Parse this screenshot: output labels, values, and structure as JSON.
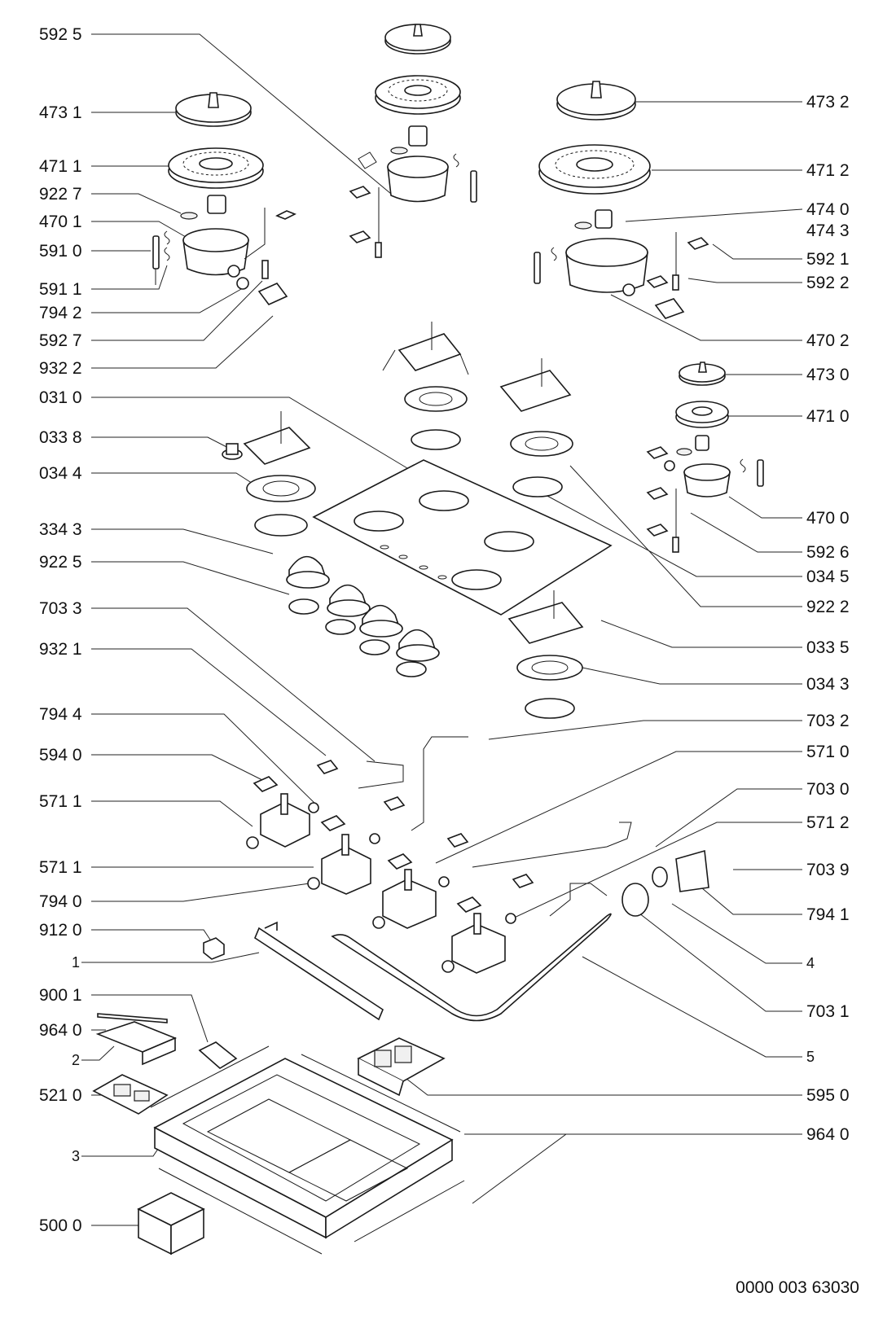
{
  "diagram": {
    "doc_number": "0000 003 63030",
    "labels_left": [
      "592 5",
      "473 1",
      "471 1",
      "922 7",
      "470 1",
      "591 0",
      "591 1",
      "794 2",
      "592 7",
      "932 2",
      "031 0",
      "033 8",
      "034 4",
      "334 3",
      "922 5",
      "703 3",
      "932 1",
      "794 4",
      "594 0",
      "571 1",
      "571 1",
      "794 0",
      "912 0",
      "1",
      "900 1",
      "964 0",
      "2",
      "521 0",
      "3",
      "500 0"
    ],
    "labels_right": [
      "473 2",
      "471 2",
      "474 0",
      "474 3",
      "592 1",
      "592 2",
      "470 2",
      "473 0",
      "471 0",
      "470 0",
      "592 6",
      "034 5",
      "922 2",
      "033 5",
      "034 3",
      "703 2",
      "571 0",
      "703 0",
      "571 2",
      "703 9",
      "794 1",
      "4",
      "703 1",
      "5",
      "595 0",
      "964 0"
    ]
  }
}
